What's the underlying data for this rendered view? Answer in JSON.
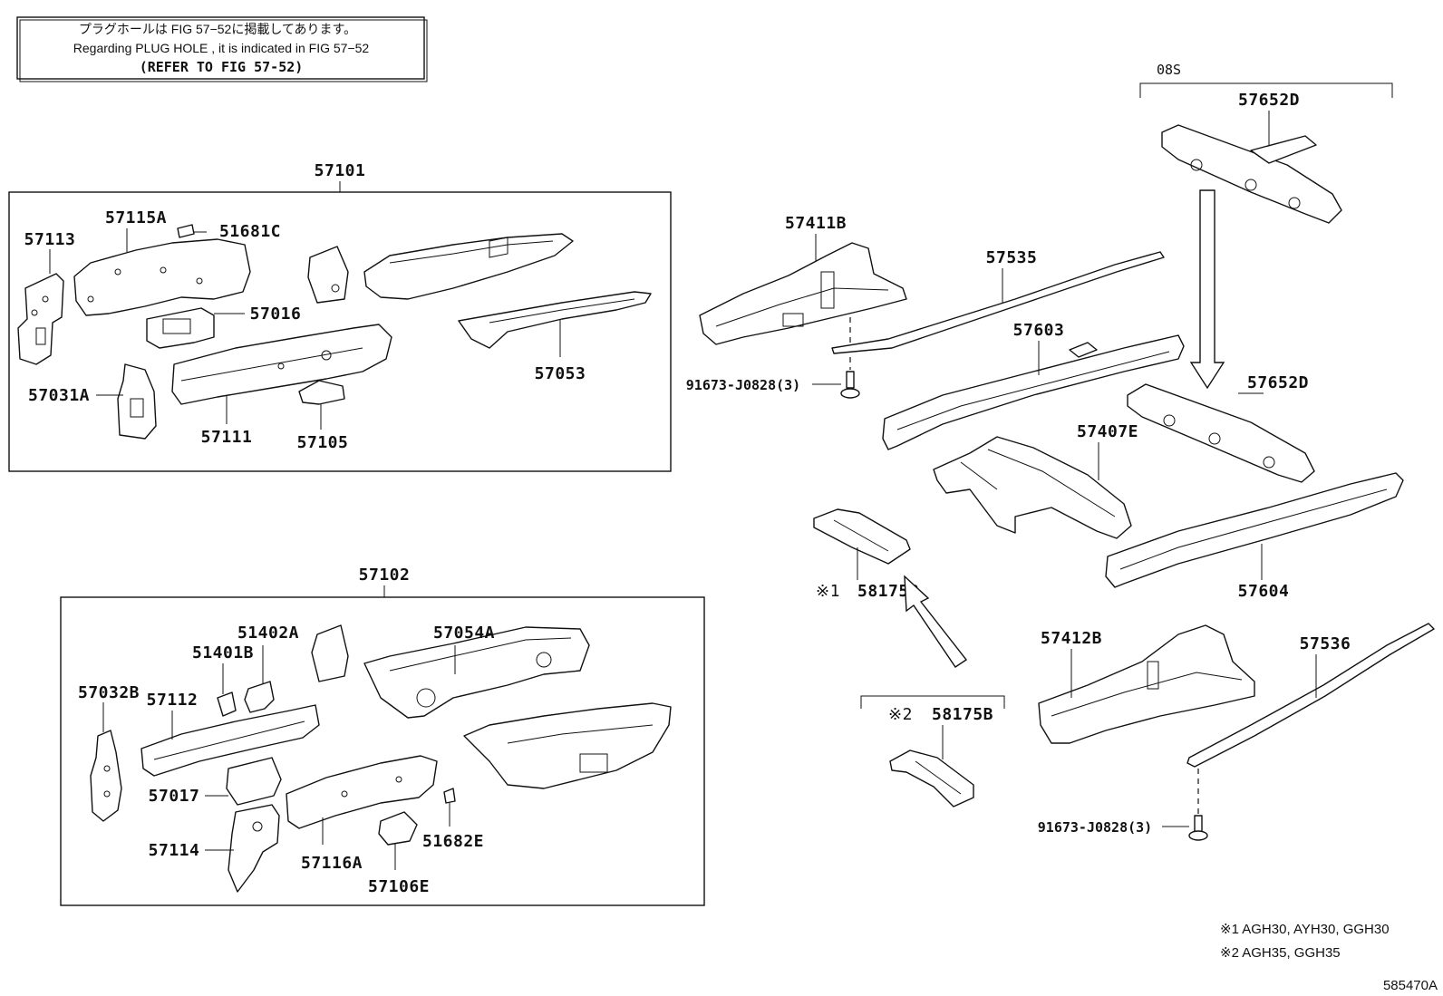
{
  "note_box": {
    "line1": "プラグホールは FIG 57−52に掲載してあります。",
    "line2": "Regarding  PLUG  HOLE , it is indicated in FIG  57−52",
    "line3": "(REFER TO FIG 57-52)"
  },
  "groups": {
    "g57101": "57101",
    "g57102": "57102",
    "g08s": "08S"
  },
  "labels": {
    "p57113": "57113",
    "p57115A": "57115A",
    "p51681C": "51681C",
    "p57016": "57016",
    "p57031A": "57031A",
    "p57111": "57111",
    "p57105": "57105",
    "p57053": "57053",
    "p57411B": "57411B",
    "p57535": "57535",
    "p57603": "57603",
    "p91673a": "91673-J0828(3)",
    "p57652D_top": "57652D",
    "p57652D_mid": "57652D",
    "p57407E": "57407E",
    "p57604": "57604",
    "p58175B_1": "58175B",
    "p58175B_2": "58175B",
    "p57412B": "57412B",
    "p57536": "57536",
    "p91673b": "91673-J0828(3)",
    "p57032B": "57032B",
    "p57112": "57112",
    "p51401B": "51401B",
    "p51402A": "51402A",
    "p57054A": "57054A",
    "p57017": "57017",
    "p57114": "57114",
    "p57116A": "57116A",
    "p57106E": "57106E",
    "p51682E": "51682E"
  },
  "marks": {
    "m1": "※1",
    "m2": "※2"
  },
  "legend": {
    "l1": "※1  AGH30, AYH30, GGH30",
    "l2": "※2  AGH35, GGH35"
  },
  "figure_id": "585470A"
}
